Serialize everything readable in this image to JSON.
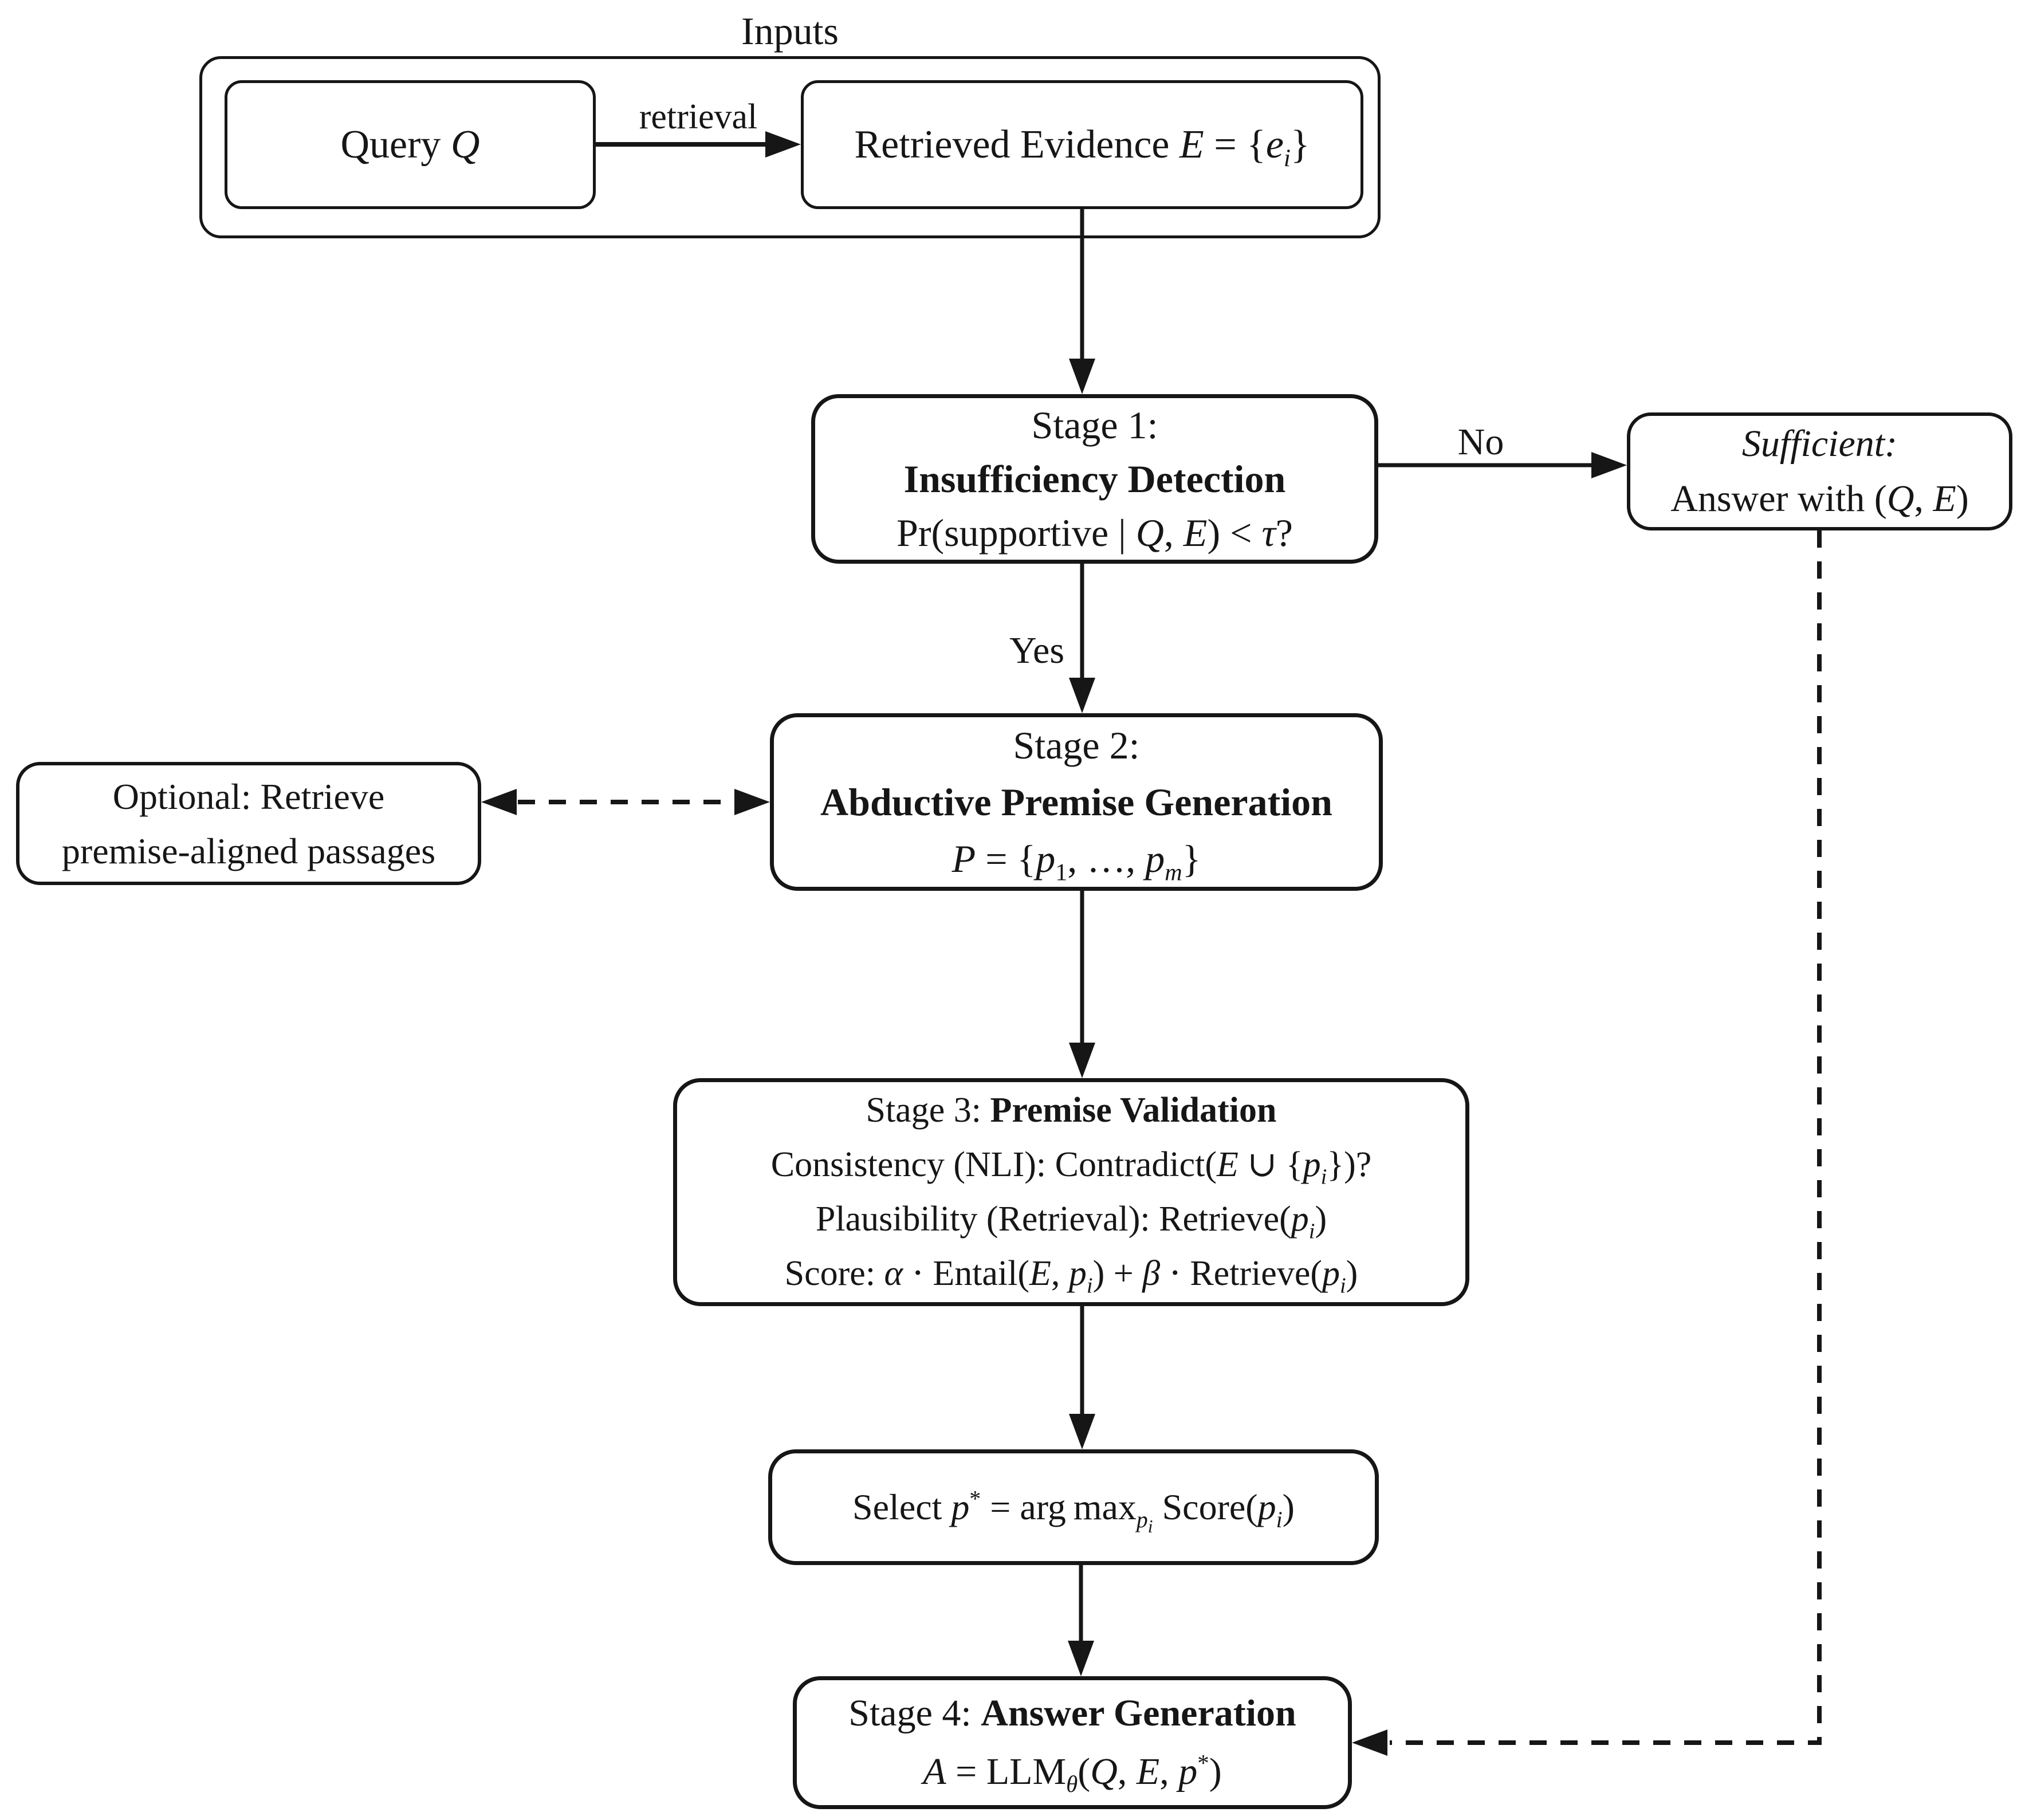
{
  "colors": {
    "ink": "#161616",
    "paper": "#ffffff"
  },
  "inputs_group": {
    "label": "Inputs",
    "query_label": "Query <i>Q</i>",
    "retrieval_edge_label": "retrieval",
    "evidence_label": "Retrieved Evidence <i>E</i> = {<i>e<sub>i</sub></i>}"
  },
  "stage1": {
    "line1": "Stage 1:",
    "line2": "Insufficiency Detection",
    "line3": "Pr(supportive | <i>Q</i>, <i>E</i>) &lt; <i>τ</i>?"
  },
  "edge_labels": {
    "no": "No",
    "yes": "Yes"
  },
  "sufficient": {
    "line1": "Sufficient:",
    "line2": "Answer with (<i>Q</i>, <i>E</i>)"
  },
  "stage2": {
    "line1": "Stage 2:",
    "line2": "Abductive Premise Generation",
    "line3": "<i>P</i> = {<i>p</i><sub>1</sub>, …, <i>p<sub>m</sub></i>}"
  },
  "optional": {
    "line1": "Optional: Retrieve",
    "line2": "premise-aligned passages"
  },
  "stage3": {
    "line1": "Stage 3: <b>Premise Validation</b>",
    "line2": "Consistency (NLI): Contradict(<i>E</i> ∪ {<i>p<sub>i</sub></i>})?",
    "line3": "Plausibility (Retrieval): Retrieve(<i>p<sub>i</sub></i>)",
    "line4": "Score: <i>α</i> ⋅ Entail(<i>E</i>, <i>p<sub>i</sub></i>) + <i>β</i> ⋅ Retrieve(<i>p<sub>i</sub></i>)"
  },
  "select_step": {
    "formula": "Select <i>p</i><sup>*</sup> = arg max<sub><i>p<sub>i</sub></i></sub> Score(<i>p<sub>i</sub></i>)"
  },
  "stage4": {
    "line1": "Stage 4: <b>Answer Generation</b>",
    "line2": "<i>A</i> = LLM<sub><i>θ</i></sub>(<i>Q</i>, <i>E</i>, <i>p</i><sup>*</sup>)"
  }
}
